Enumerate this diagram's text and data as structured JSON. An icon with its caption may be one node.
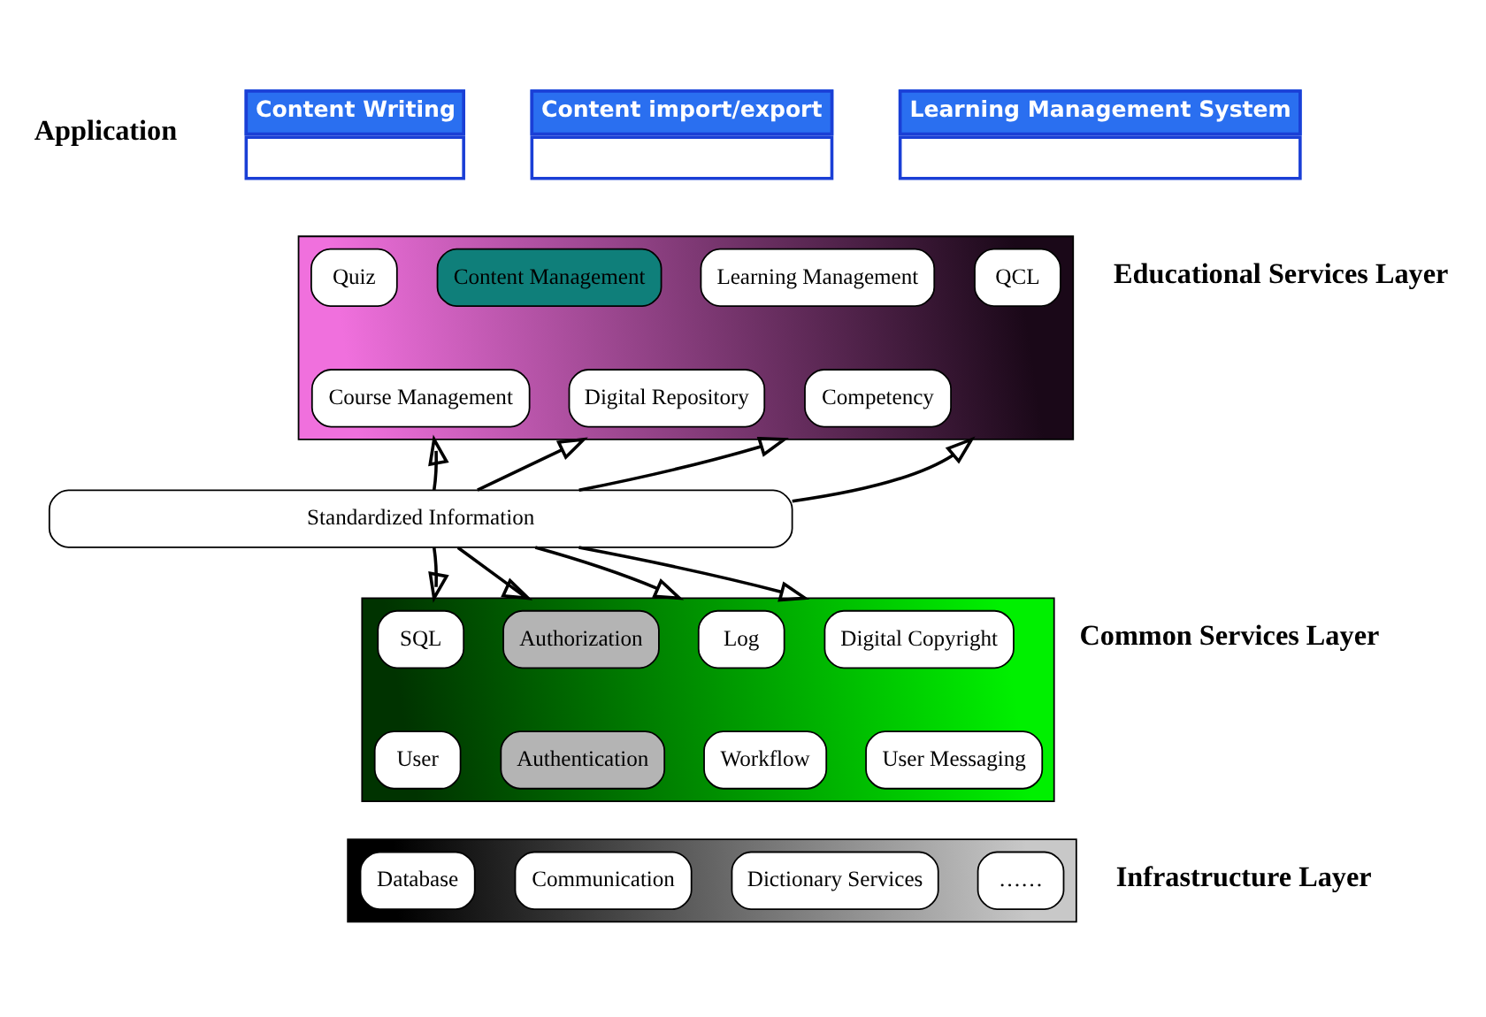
{
  "diagram": {
    "nodes": [
      {
        "text": [
          "Content Writing"
        ]
      },
      {
        "text": [
          "Content import/export"
        ]
      },
      {
        "text": [
          "Learning Management System"
        ]
      },
      {
        "text": [],
        "shape": "box"
      },
      {
        "text": [
          "Quiz"
        ],
        "in": 3
      },
      {
        "text": [
          "Content Management"
        ],
        "in": 3
      },
      {
        "text": [
          "Learning Management"
        ],
        "in": 3
      },
      {
        "text": [
          "QCL"
        ],
        "in": 3
      },
      {
        "text": [
          "Course Management"
        ],
        "in": 3
      },
      {
        "text": [
          "Digital Repository"
        ],
        "in": 3
      },
      {
        "text": [
          "Competency"
        ],
        "in": 3
      },
      {
        "text": [
          "Standardized Information"
        ]
      },
      {
        "text": [],
        "shape": "box"
      },
      {
        "text": [
          "SQL"
        ],
        "in": 12
      },
      {
        "text": [
          "Authorization"
        ],
        "in": 12
      },
      {
        "text": [
          "Log"
        ],
        "in": 12
      },
      {
        "text": [
          "Digital Copyright"
        ],
        "in": 12
      },
      {
        "text": [
          "User"
        ],
        "in": 12
      },
      {
        "text": [
          "Authentication"
        ],
        "in": 12
      },
      {
        "text": [
          "Workflow"
        ],
        "in": 12
      },
      {
        "text": [
          "User Messaging"
        ],
        "in": 12
      },
      {
        "text": [],
        "shape": "box"
      },
      {
        "text": [
          "Database"
        ],
        "in": 21
      },
      {
        "text": [
          "Communication"
        ],
        "in": 21
      },
      {
        "text": [
          "Dictionary Services"
        ],
        "in": 21
      },
      {
        "text": [
          "……"
        ],
        "in": 21
      }
    ],
    "edges": [
      {
        "from": 11,
        "to": 3,
        "arrow": "to"
      },
      {
        "from": 11,
        "to": 3,
        "arrow": "to"
      },
      {
        "from": 11,
        "to": 3,
        "arrow": "to"
      },
      {
        "from": 11,
        "to": 3,
        "arrow": "to"
      },
      {
        "from": 11,
        "to": 12,
        "arrow": "to"
      },
      {
        "from": 11,
        "to": 12,
        "arrow": "to"
      },
      {
        "from": 11,
        "to": 12,
        "arrow": "to"
      },
      {
        "from": 11,
        "to": 12,
        "arrow": "to"
      }
    ],
    "labels": [
      "Application",
      "Educational Services Layer",
      "Common Services Layer",
      "Infrastructure Layer"
    ]
  }
}
